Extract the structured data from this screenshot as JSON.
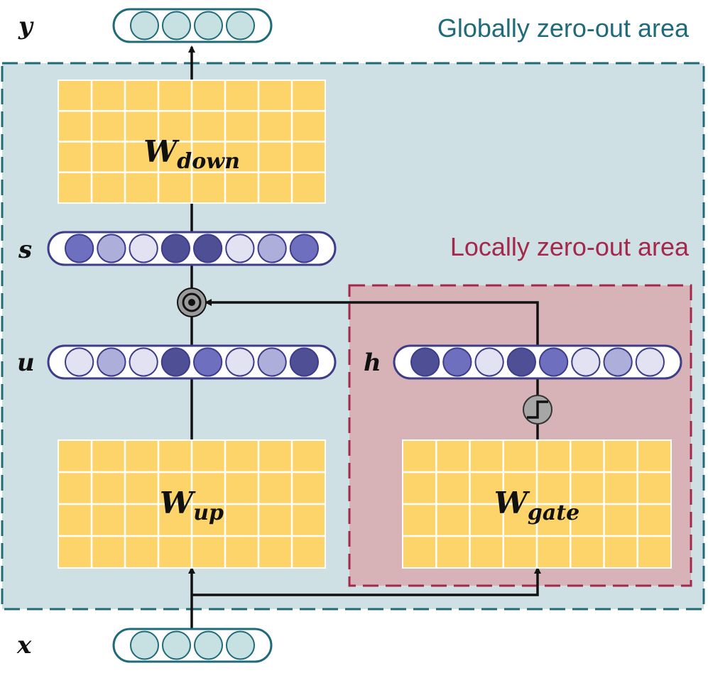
{
  "labels": {
    "global_area": "Globally zero-out area",
    "local_area": "Locally zero-out area",
    "y": "y",
    "x": "x",
    "s": "s",
    "u": "u",
    "h": "h"
  },
  "matrices": {
    "down": {
      "main": "W",
      "sub": "down"
    },
    "up": {
      "main": "W",
      "sub": "up"
    },
    "gate": {
      "main": "W",
      "sub": "gate"
    }
  },
  "colors": {
    "global_fill": "#cfe0e5",
    "global_border": "#1f6b7a",
    "local_fill": "#d7b3b8",
    "local_border": "#a3284a",
    "matrix_fill": "#fdd46a",
    "io_node": "#c7e1e3",
    "io_node_border": "#1f6b7a",
    "vec_border": "#3d3d8a",
    "vec_levels": [
      "#e2e2f2",
      "#aeaedb",
      "#6f6fbf",
      "#4f4f96"
    ]
  },
  "vectors": {
    "y": [
      0,
      0,
      0,
      0
    ],
    "x": [
      0,
      0,
      0,
      0
    ],
    "s": [
      2,
      1,
      0,
      3,
      3,
      0,
      1,
      2
    ],
    "u": [
      0,
      1,
      0,
      3,
      2,
      0,
      1,
      3
    ],
    "h": [
      3,
      2,
      0,
      3,
      2,
      0,
      1,
      0
    ]
  },
  "operators": {
    "elementwise_product": "circle-dot-icon",
    "step_activation": "step-function-icon"
  }
}
